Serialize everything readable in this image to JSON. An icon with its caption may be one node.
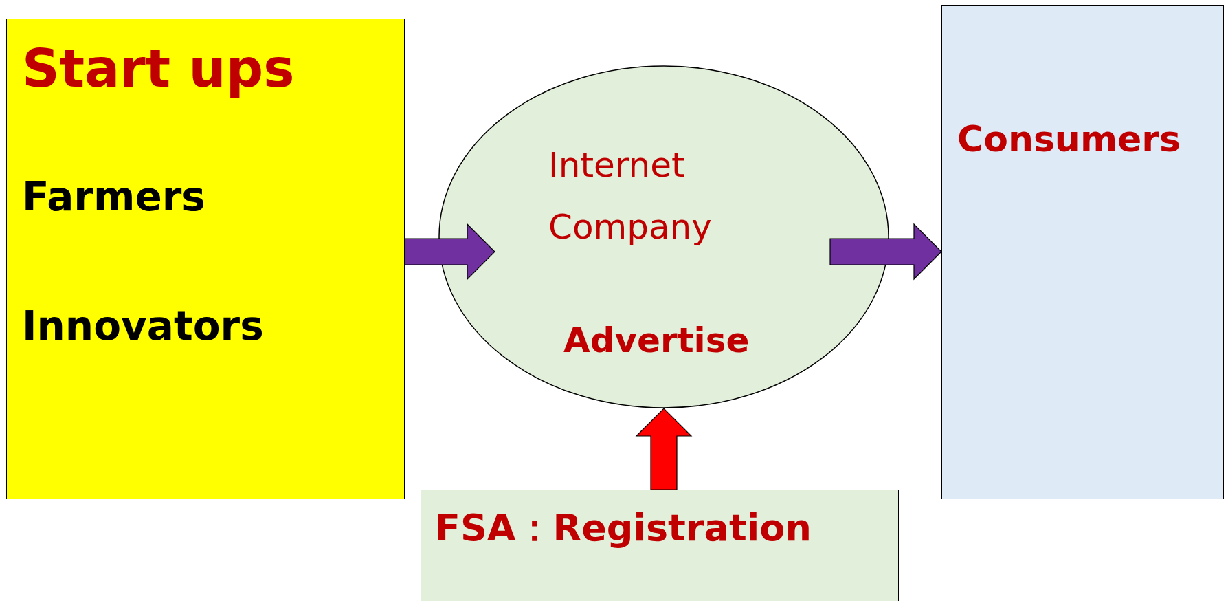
{
  "diagram": {
    "nodes": [
      {
        "text": [
          "Start ups",
          "Farmers",
          "Innovators"
        ]
      },
      {
        "text": [
          "Internet Company",
          "Advertise"
        ]
      },
      {
        "text": [
          "Consumers"
        ]
      },
      {
        "text": [
          "FSA：Registration"
        ]
      }
    ],
    "edges": [
      {
        "from": 0,
        "to": 1,
        "arrow": "to"
      },
      {
        "from": 1,
        "to": 2,
        "arrow": "to"
      },
      {
        "from": 3,
        "to": 1,
        "arrow": "to",
        "color": "#ff0000"
      }
    ]
  }
}
